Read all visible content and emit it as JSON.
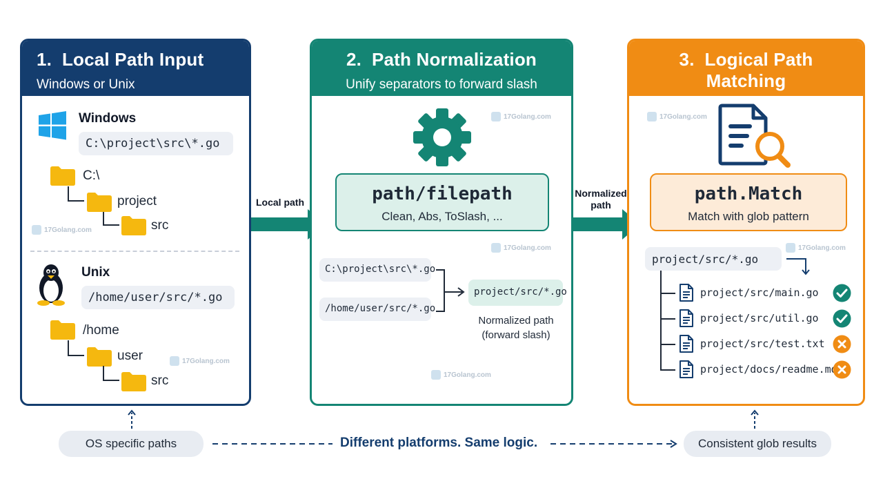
{
  "panel1": {
    "number": "1.",
    "title": "Local Path Input",
    "subtitle": "Windows or Unix",
    "windows_label": "Windows",
    "windows_path": "C:\\project\\src\\*.go",
    "windows_tree": [
      "C:\\",
      "project",
      "src"
    ],
    "unix_label": "Unix",
    "unix_path": "/home/user/src/*.go",
    "unix_tree": [
      "/home",
      "user",
      "src"
    ]
  },
  "arrow1_label": "Local path",
  "panel2": {
    "number": "2.",
    "title": "Path Normalization",
    "subtitle": "Unify separators to forward slash",
    "pkg_name": "path/filepath",
    "pkg_funcs": "Clean, Abs, ToSlash, ...",
    "input_win": "C:\\project\\src\\*.go",
    "input_unix": "/home/user/src/*.go",
    "output": "project/src/*.go",
    "output_caption_line1": "Normalized path",
    "output_caption_line2": "(forward slash)"
  },
  "arrow2_label_line1": "Normalized",
  "arrow2_label_line2": "path",
  "panel3": {
    "number": "3.",
    "title": "Logical Path Matching",
    "subtitle": "Stable, platform-independent",
    "pkg_name": "path.Match",
    "pkg_desc": "Match with glob pattern",
    "pattern": "project/src/*.go",
    "files": [
      {
        "name": "project/src/main.go",
        "match": true
      },
      {
        "name": "project/src/util.go",
        "match": true
      },
      {
        "name": "project/src/test.txt",
        "match": false
      },
      {
        "name": "project/docs/readme.md",
        "match": false
      }
    ]
  },
  "bottom": {
    "left": "OS specific paths",
    "center": "Different platforms. Same logic.",
    "right": "Consistent glob results"
  },
  "watermark": "17Golang.com",
  "colors": {
    "navy": "#143d6e",
    "teal": "#148574",
    "orange": "#f08c14",
    "folder": "#f5b80f",
    "check": "#148574",
    "cross": "#f08c14"
  },
  "icons": [
    "windows-logo-icon",
    "linux-penguin-icon",
    "gear-icon",
    "document-search-icon",
    "folder-icon",
    "file-icon",
    "check-icon",
    "cross-icon"
  ]
}
